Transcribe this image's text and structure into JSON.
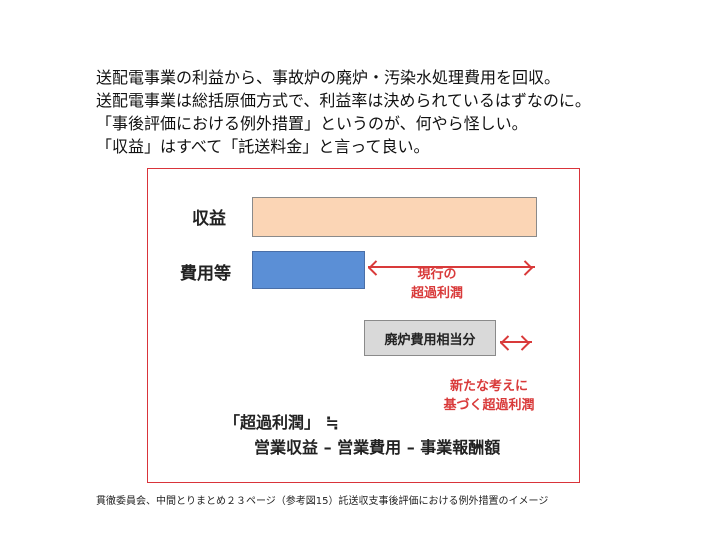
{
  "intro": {
    "lines": [
      "送配電事業の利益から、事故炉の廃炉・汚染水処理費用を回収。",
      "送配電事業は総括原価方式で、利益率は決められているはずなのに。",
      "「事後評価における例外措置」というのが、何やら怪しい。",
      "「収益」はすべて「託送料金」と言って良い。"
    ]
  },
  "figure": {
    "revenue_label": "収益",
    "cost_label": "費用等",
    "current_excess_line1": "現行の",
    "current_excess_line2": "超過利潤",
    "decommission_label": "廃炉費用相当分",
    "new_idea_line1": "新たな考えに",
    "new_idea_line2": "基づく超過利潤",
    "formula_line1": "「超過利潤」 ≒",
    "formula_line2": "営業収益 – 営業費用 – 事業報酬額",
    "colors": {
      "revenue": "#fbd5b5",
      "cost": "#5b8fd6",
      "accent": "#d93a3a",
      "decom": "#d9d9d9"
    }
  },
  "caption": "貫徹委員会、中間とりまとめ２３ページ（参考図15）託送収支事後評価における例外措置のイメージ"
}
